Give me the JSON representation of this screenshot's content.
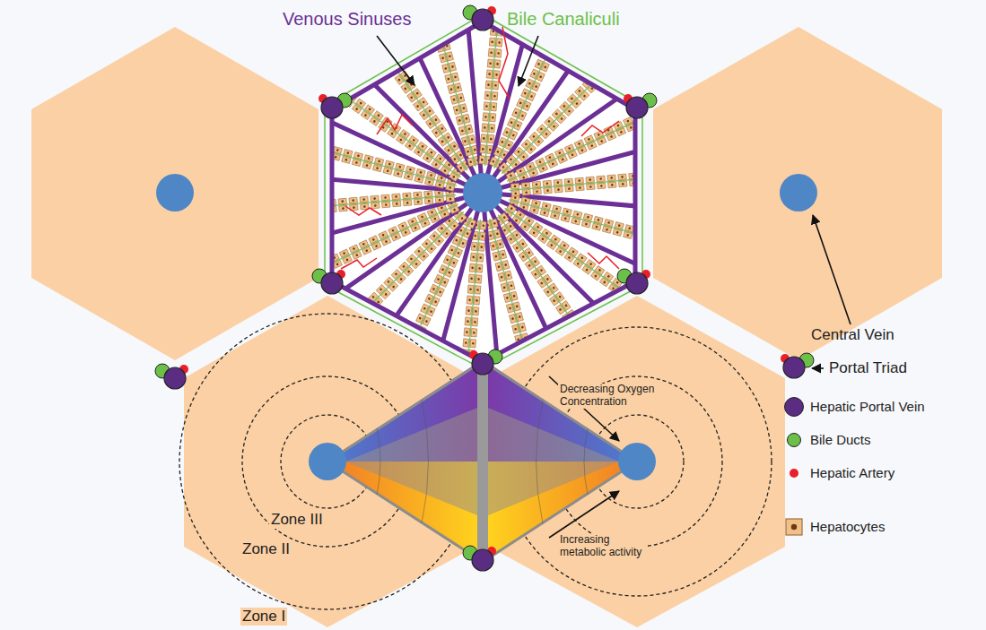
{
  "diagram": {
    "labels": [
      "Venous Sinuses",
      "Bile Canaliculi",
      "Decreasing Oxygen Concentration",
      "Increasing metabolic activity",
      "Central Vein",
      "Portal Triad",
      "Zone III",
      "Zone II",
      "Zone I"
    ],
    "legend": [
      {
        "text": "Hepatic Portal Vein",
        "color": "#5a2d82"
      },
      {
        "text": "Bile Ducts",
        "color": "#6cc04a"
      },
      {
        "text": "Hepatic Artery",
        "color": "#e8202a"
      },
      {
        "text": "Hepatocytes"
      }
    ]
  }
}
